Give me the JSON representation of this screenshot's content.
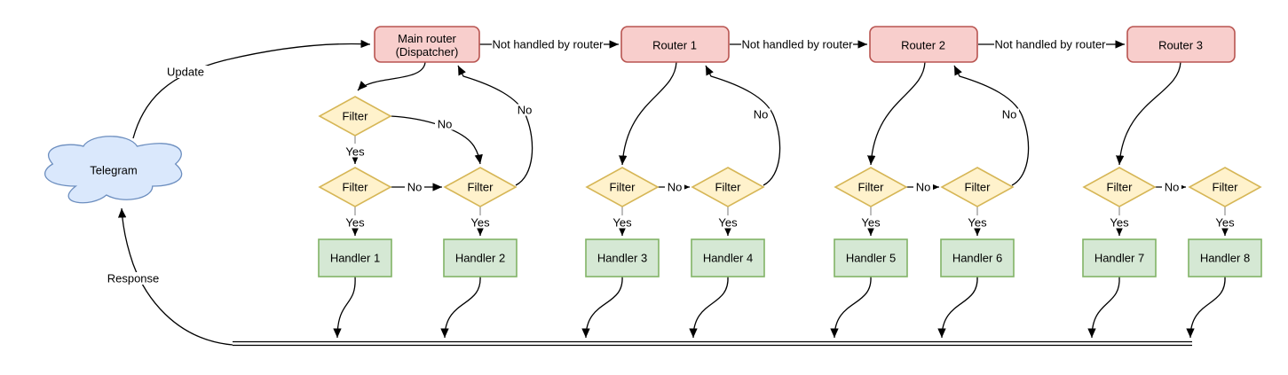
{
  "labels": {
    "update": "Update",
    "response": "Response",
    "not_handled": "Not handled by router",
    "yes": "Yes",
    "no": "No"
  },
  "nodes": {
    "telegram": "Telegram",
    "dispatcher_line1": "Main router",
    "dispatcher_line2": "(Dispatcher)",
    "routers": [
      "Router 1",
      "Router 2",
      "Router 3"
    ],
    "filter": "Filter",
    "handlers": [
      "Handler 1",
      "Handler 2",
      "Handler 3",
      "Handler 4",
      "Handler 5",
      "Handler 6",
      "Handler 7",
      "Handler 8"
    ]
  },
  "colors": {
    "router_fill": "#f8cecc",
    "router_stroke": "#b85450",
    "filter_fill": "#fff2cc",
    "filter_stroke": "#d6b656",
    "handler_fill": "#d5e8d4",
    "handler_stroke": "#82b366",
    "cloud_fill": "#dae8fc",
    "cloud_stroke": "#6c8ebf",
    "edge": "#000000",
    "edge_stub": "#999999",
    "background": "#ffffff"
  }
}
